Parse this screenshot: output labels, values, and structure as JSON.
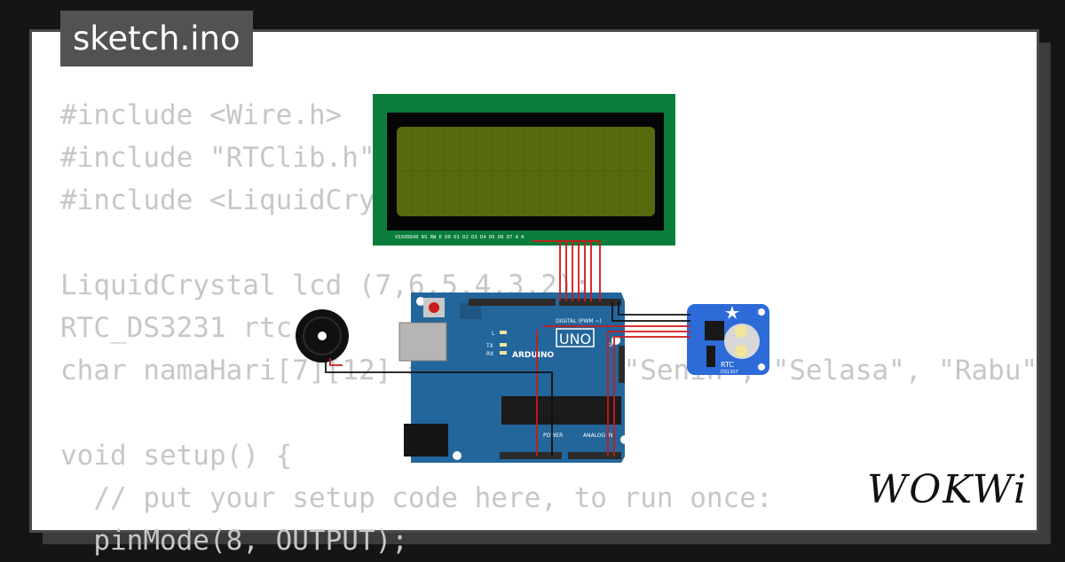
{
  "tab": {
    "filename": "sketch.ino"
  },
  "code_lines": [
    "#include <Wire.h>",
    "#include \"RTClib.h\"",
    "#include <LiquidCrystal.h>",
    "",
    "LiquidCrystal lcd (7,6,5,4,3,2);",
    "RTC_DS3231 rtc;",
    "char namaHari[7][12] = {\"Minggu\", \"Senin\", \"Selasa\", \"Rabu\"",
    "",
    "void setup() {",
    "  // put your setup code here, to run once:",
    "  pinMode(8, OUTPUT);"
  ],
  "lcd": {
    "pin_labels": "VSSVDDV0 RS RW  E D0 D1 D2 D3 D4 D5 D6 D7  A   K"
  },
  "arduino": {
    "model": "UNO",
    "brand": "ARDUINO",
    "digital_label": "DIGITAL (PWM ~)",
    "power_label": "POWER",
    "analog_label": "ANALOG IN",
    "on_label": "ON",
    "tx_label": "TX",
    "rx_label": "RX",
    "l_label": "L"
  },
  "rtc": {
    "label": "RTC",
    "chip": "DS1307"
  },
  "brand": {
    "logo_text": "WOKWi"
  },
  "colors": {
    "background": "#151515",
    "card": "#ffffff",
    "code_text": "#c7c7c7",
    "tab": "#525252",
    "lcd_board": "#0a7d3b",
    "lcd_screen": "#556b0e",
    "arduino": "#23669b",
    "rtc_board": "#2d6bd8",
    "wire_red": "#d01818",
    "wire_black": "#111111"
  }
}
